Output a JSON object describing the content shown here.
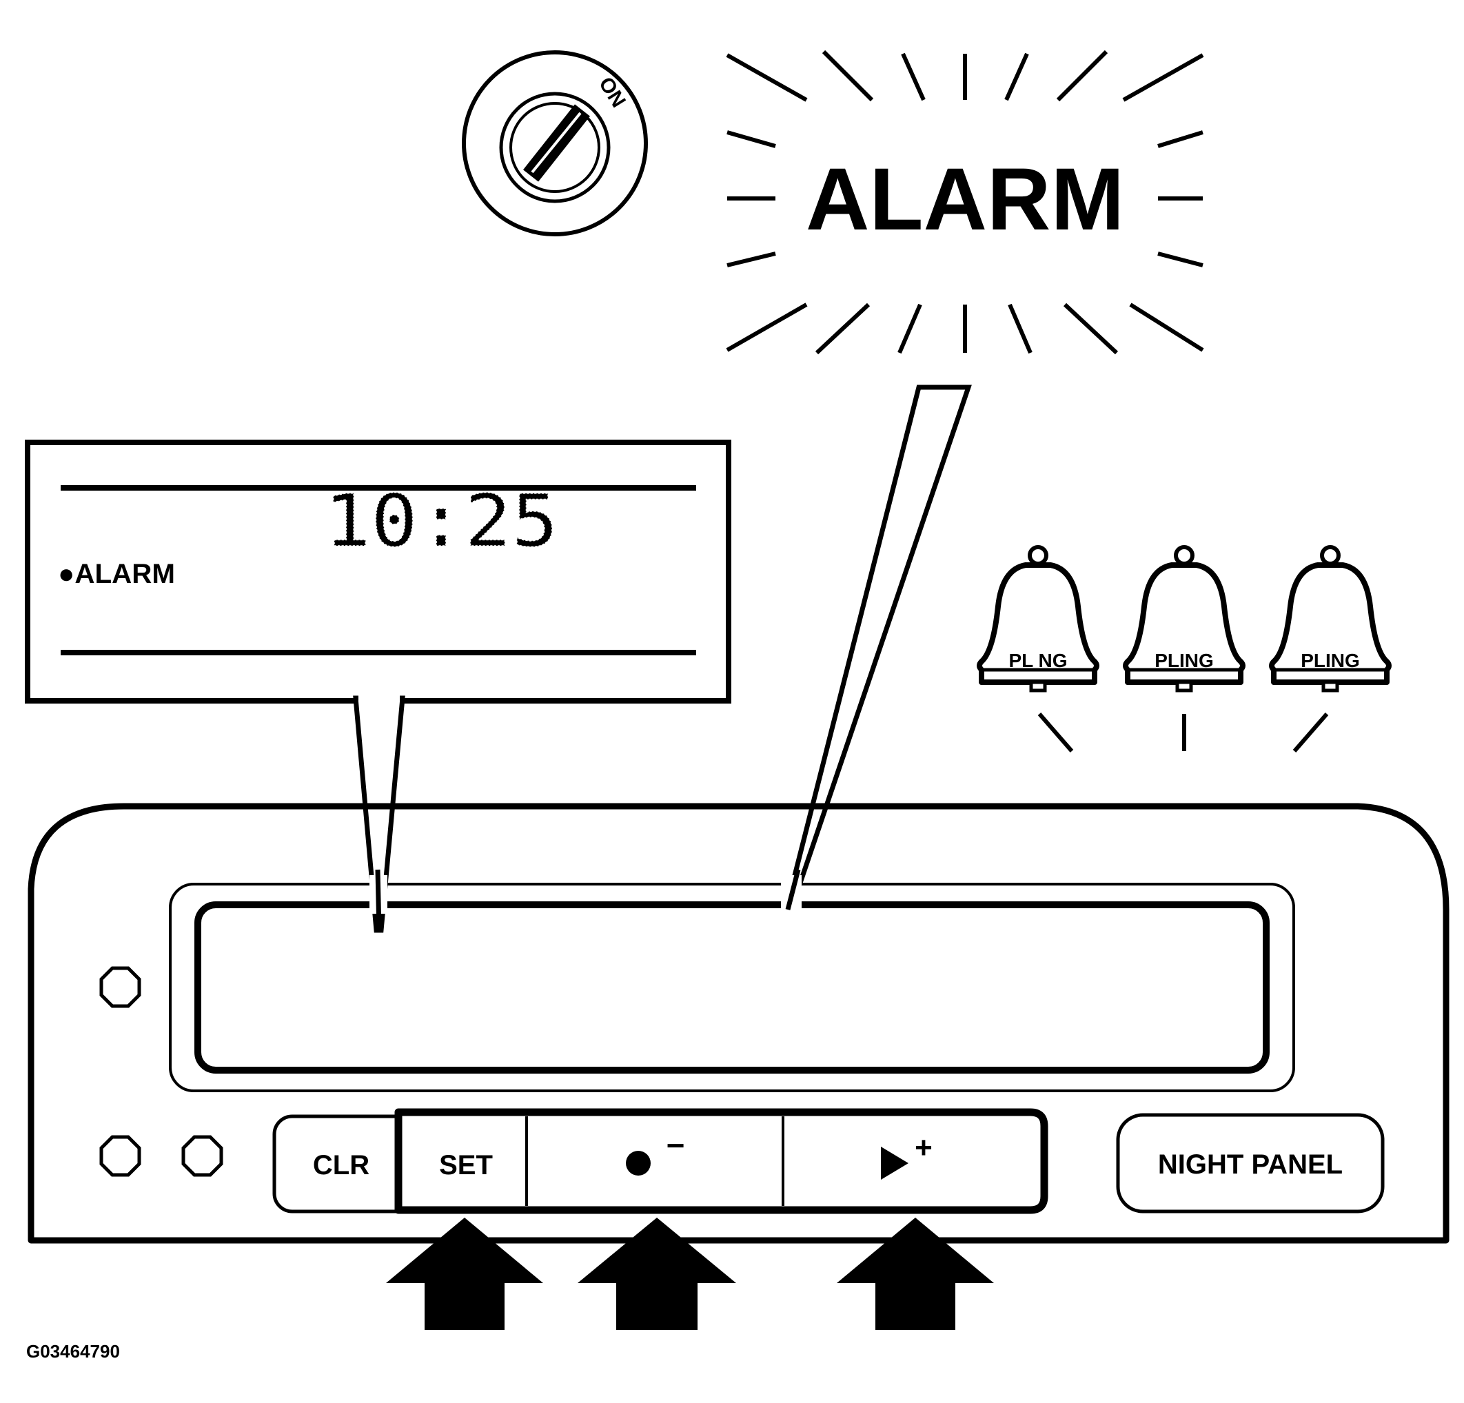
{
  "ignition": {
    "label": "ON"
  },
  "alarm_burst": {
    "label": "ALARM"
  },
  "callout": {
    "time": "10:25",
    "indicator_label": "●ALARM"
  },
  "bells": [
    {
      "sound": "PL NG"
    },
    {
      "sound": "PLING"
    },
    {
      "sound": "PLING"
    }
  ],
  "clock_panel": {
    "buttons": {
      "clr": "CLR",
      "set": "SET",
      "minus_symbol": "●",
      "minus_sign": "−",
      "plus_symbol": "▶",
      "plus_sign": "+",
      "night_panel": "NIGHT PANEL"
    }
  },
  "figure_id": "G03464790",
  "colors": {
    "ink": "#000000",
    "paper": "#ffffff"
  }
}
